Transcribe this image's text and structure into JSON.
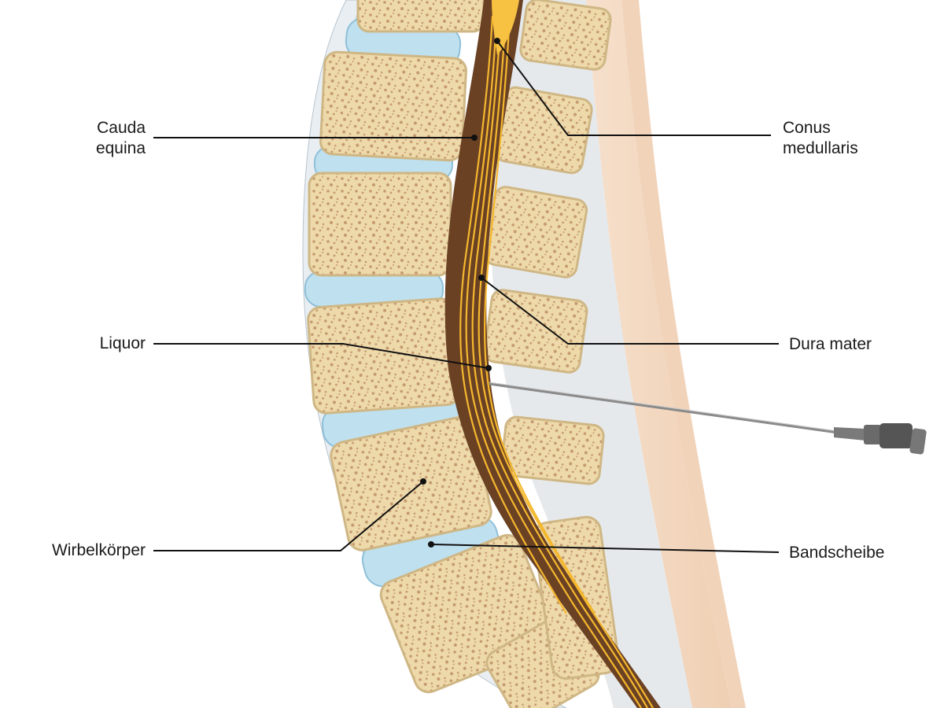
{
  "labels": {
    "cauda_line1": "Cauda",
    "cauda_line2": "equina",
    "conus_line1": "Conus",
    "conus_line2": "medullaris",
    "liquor": "Liquor",
    "dura_mater": "Dura mater",
    "wirbelkoerper": "Wirbelkörper",
    "bandscheibe": "Bandscheibe"
  },
  "colors": {
    "bone": "#f1dfb6",
    "bone_outline": "#cfb785",
    "bone_speckle": "#c9a27a",
    "disc": "#bfe0ef",
    "disc_outline": "#8fc0d8",
    "skin": "#f4ddc9",
    "ligament": "#e4e7ea",
    "csf_dark": "#6b4124",
    "nerve": "#f4b82e",
    "leader_line": "#111111",
    "needle": "#8a8a8a"
  }
}
